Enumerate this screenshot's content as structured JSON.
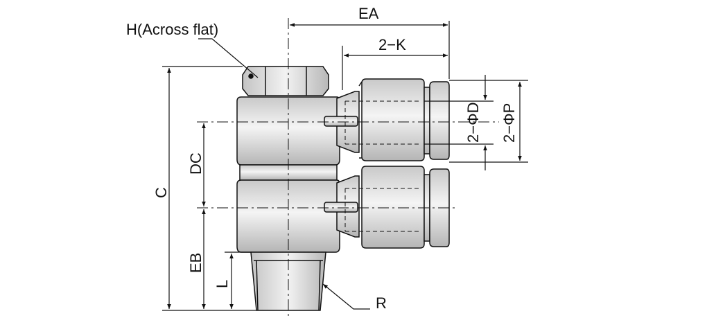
{
  "labels": {
    "hex_note": "H(Across flat)",
    "ea": "EA",
    "k": "2−K",
    "d": "2−ΦD",
    "p": "2−ΦP",
    "c": "C",
    "dc": "DC",
    "eb": "EB",
    "l": "L",
    "r": "R"
  }
}
